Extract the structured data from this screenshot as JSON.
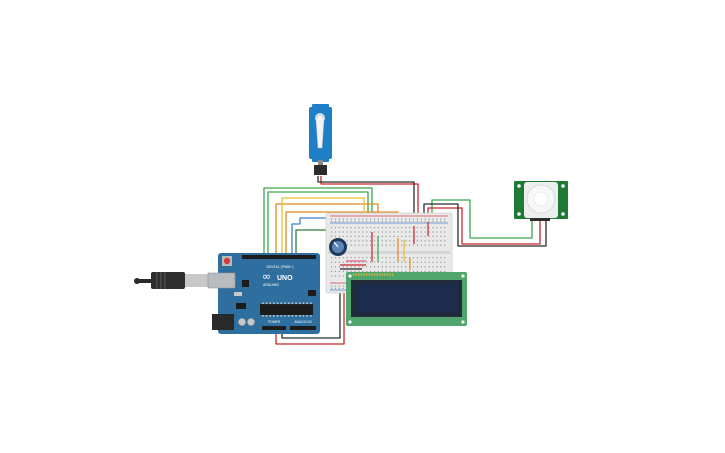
{
  "arduino": {
    "logo": "UNO",
    "brand": "ARDUINO",
    "digital_label": "DIGITAL (PWM~)",
    "power_label": "POWER",
    "analog_label": "ANALOG IN"
  },
  "components": [
    "servo-motor",
    "breadboard",
    "potentiometer",
    "lcd-16x2",
    "pir-sensor",
    "arduino-uno",
    "usb-cable"
  ],
  "colors": {
    "board": "#2f6f9f",
    "lcd_pcb": "#4fa56b",
    "lcd_screen": "#1d2b4d",
    "pir_pcb": "#1f7a33",
    "servo": "#1f7fc6",
    "wire_red": "#c8262b",
    "wire_black": "#2b2b2b",
    "wire_green": "#3aa84a",
    "wire_orange": "#e08a24",
    "wire_yellow": "#e6c12a",
    "wire_blue": "#3b7fd0"
  }
}
